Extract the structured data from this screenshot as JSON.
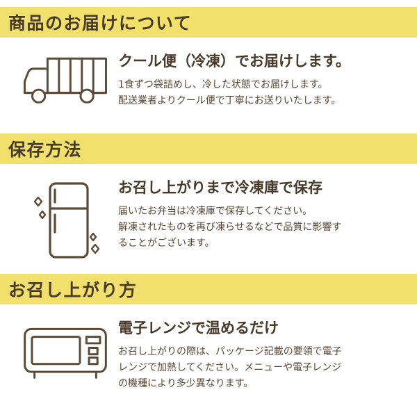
{
  "colors": {
    "band_background": "#f2e06c",
    "heading_text": "#473a28",
    "body_text": "#554633",
    "icon_stroke": "#5b4a37",
    "page_background": "#ffffff"
  },
  "sections": [
    {
      "band_title": "商品のお届けについて",
      "icon": "truck-icon",
      "heading": "クール便（冷凍）でお届けします。",
      "body": "1食ずつ袋詰めし、冷した状態でお届けします。\n配送業者よりクール便で丁寧にお送りいたします。"
    },
    {
      "band_title": "保存方法",
      "icon": "refrigerator-icon",
      "heading": "お召し上がりまで冷凍庫で保存",
      "body": "届いたお弁当は冷凍庫で保存してください。\n解凍されたものを再び凍らせるなどで品質に影響することがございます。"
    },
    {
      "band_title": "お召し上がり方",
      "icon": "microwave-icon",
      "heading": "電子レンジで温めるだけ",
      "body": "お召し上がりの際は、パッケージ記載の要領で電子レンジで加熱してください。メニューや電子レンジの機種により多少異なります。"
    }
  ]
}
